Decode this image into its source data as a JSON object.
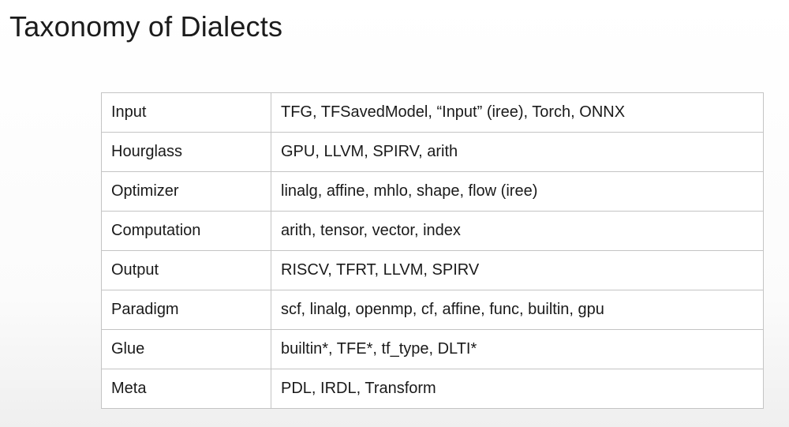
{
  "slide": {
    "title": "Taxonomy of Dialects"
  },
  "table": {
    "rows": [
      {
        "category": "Input",
        "dialects": "TFG, TFSavedModel, “Input” (iree), Torch, ONNX"
      },
      {
        "category": "Hourglass",
        "dialects": "GPU, LLVM, SPIRV, arith"
      },
      {
        "category": "Optimizer",
        "dialects": "linalg, affine, mhlo, shape, flow (iree)"
      },
      {
        "category": "Computation",
        "dialects": "arith, tensor, vector, index"
      },
      {
        "category": "Output",
        "dialects": "RISCV, TFRT, LLVM, SPIRV"
      },
      {
        "category": "Paradigm",
        "dialects": "scf, linalg, openmp, cf, affine, func, builtin, gpu"
      },
      {
        "category": "Glue",
        "dialects": "builtin*, TFE*, tf_type, DLTI*"
      },
      {
        "category": "Meta",
        "dialects": "PDL, IRDL, Transform"
      }
    ]
  }
}
